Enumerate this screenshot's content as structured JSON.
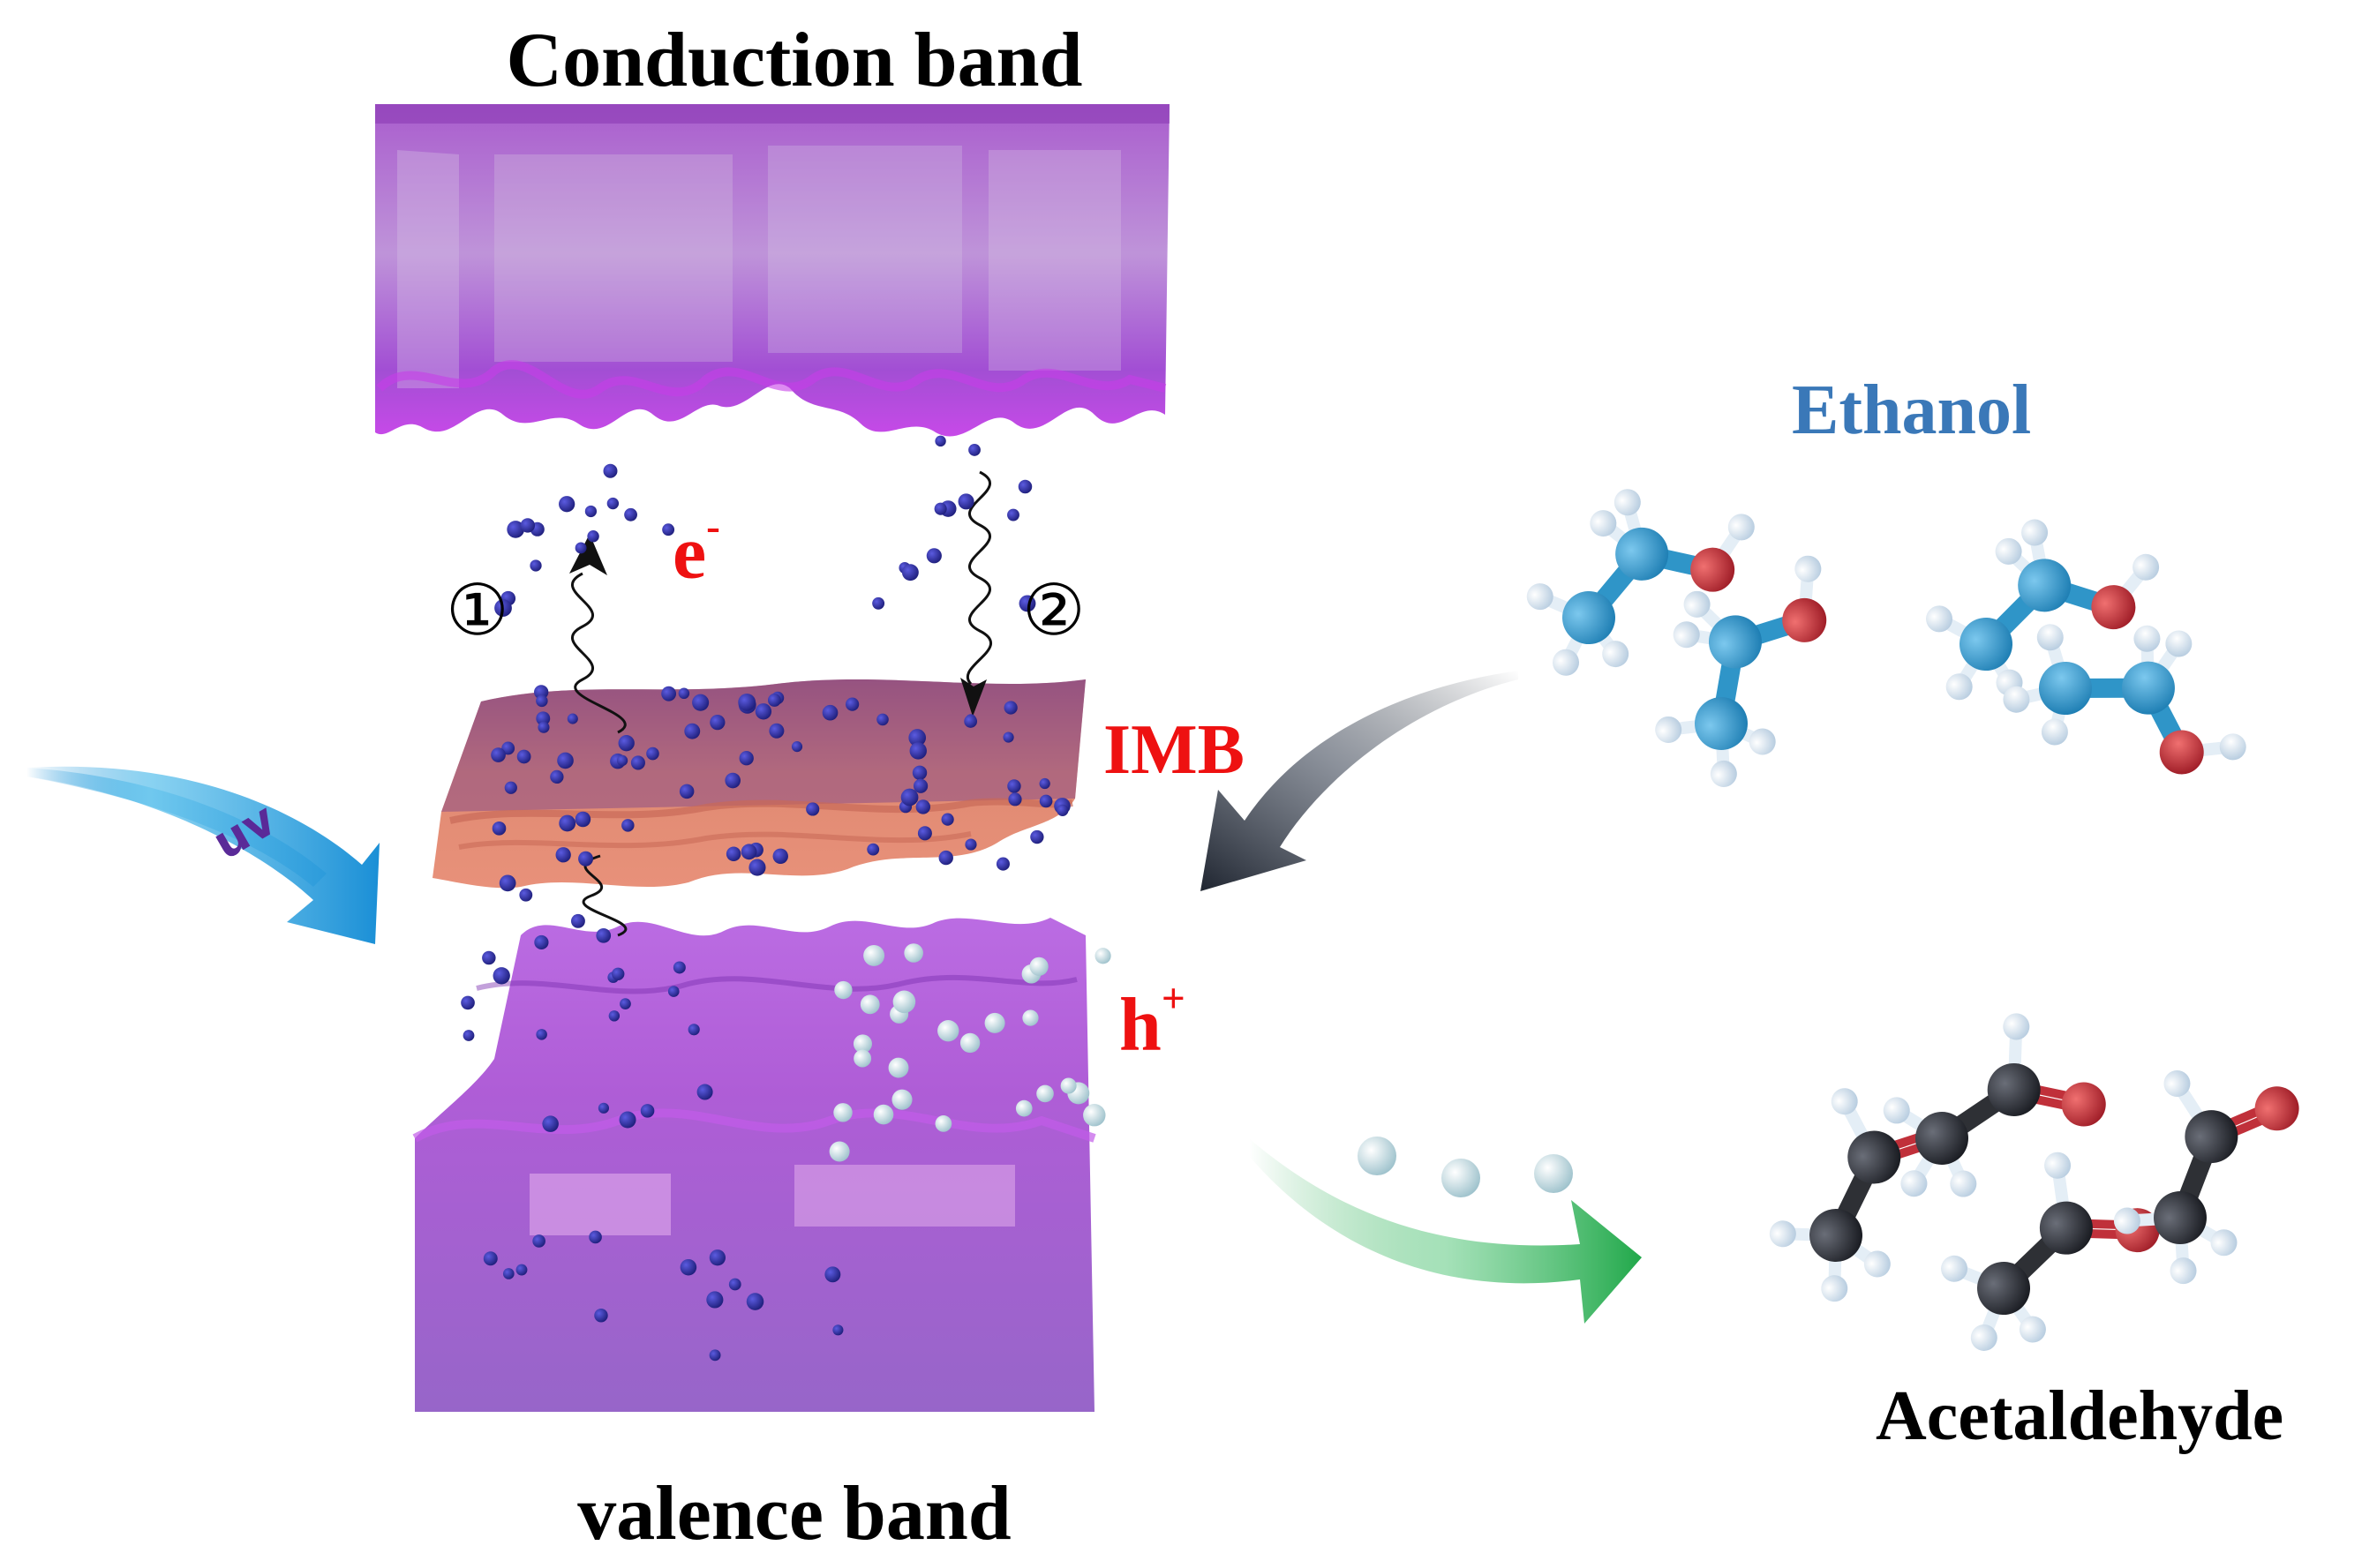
{
  "labels": {
    "conduction_band": "Conduction band",
    "valence_band": "valence band",
    "imb": "IMB",
    "electron": "e",
    "electron_sup": "-",
    "hole": "h",
    "hole_sup": "+",
    "uv": "uv",
    "ethanol": "Ethanol",
    "acetaldehyde": "Acetaldehyde",
    "step1": "①",
    "step2": "②"
  },
  "colors": {
    "band": "#9b3fc4",
    "band_light": "#c58ae0",
    "imb": "#e58a6c",
    "electron": "#2a2a9a",
    "hole": "#cfe6ec",
    "ethanol_carbon": "#2f95c8",
    "oxygen": "#c0303a",
    "hydrogen": "#e4eef6",
    "acetaldehyde_carbon": "#2e3035",
    "uv_arrow": "#1a8fd6",
    "product_arrow": "#21a84a",
    "label_red": "#ee1111",
    "ethanol_label": "#3a78b8"
  }
}
